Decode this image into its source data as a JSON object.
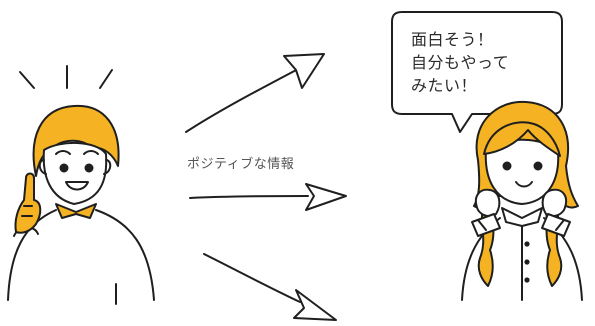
{
  "colors": {
    "ink": "#1f1f1f",
    "hair": "#f5b324",
    "background": "#ffffff"
  },
  "arrow_label": "ポジティブな情報",
  "speech_bubble": {
    "lines": [
      "面白そう！",
      "自分もやって",
      "みたい！"
    ]
  },
  "icons": {
    "left_person": "man-pointing-up-icon",
    "right_person": "excited-woman-icon",
    "arrows": "arrow-icon"
  }
}
